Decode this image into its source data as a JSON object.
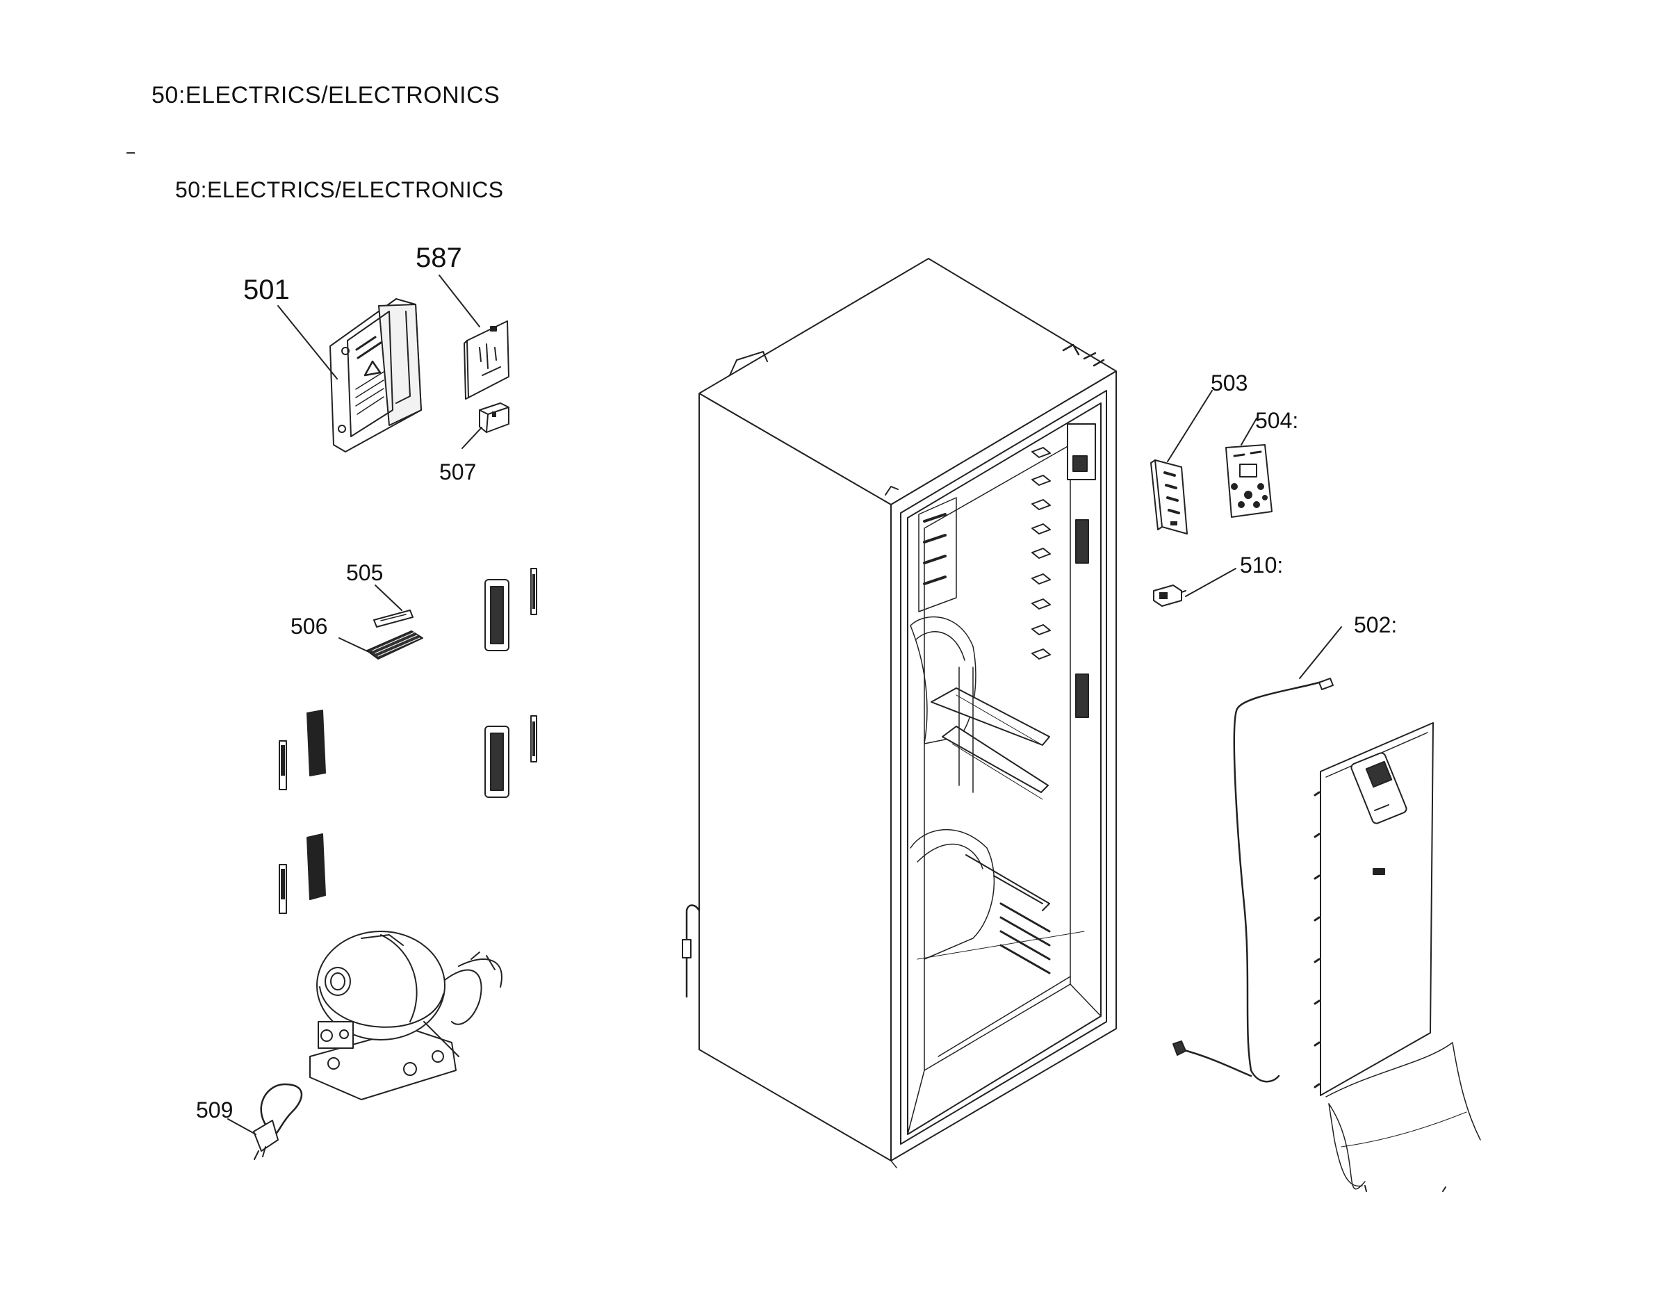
{
  "titles": {
    "main": "50:ELECTRICS/ELECTRONICS",
    "sub": "50:ELECTRICS/ELECTRONICS"
  },
  "labels": {
    "p501": "501",
    "p587": "587",
    "p507": "507",
    "p505": "505",
    "p506": "506",
    "p509": "509",
    "p503": "503",
    "p504": "504:",
    "p510": "510:",
    "p502": "502:"
  }
}
